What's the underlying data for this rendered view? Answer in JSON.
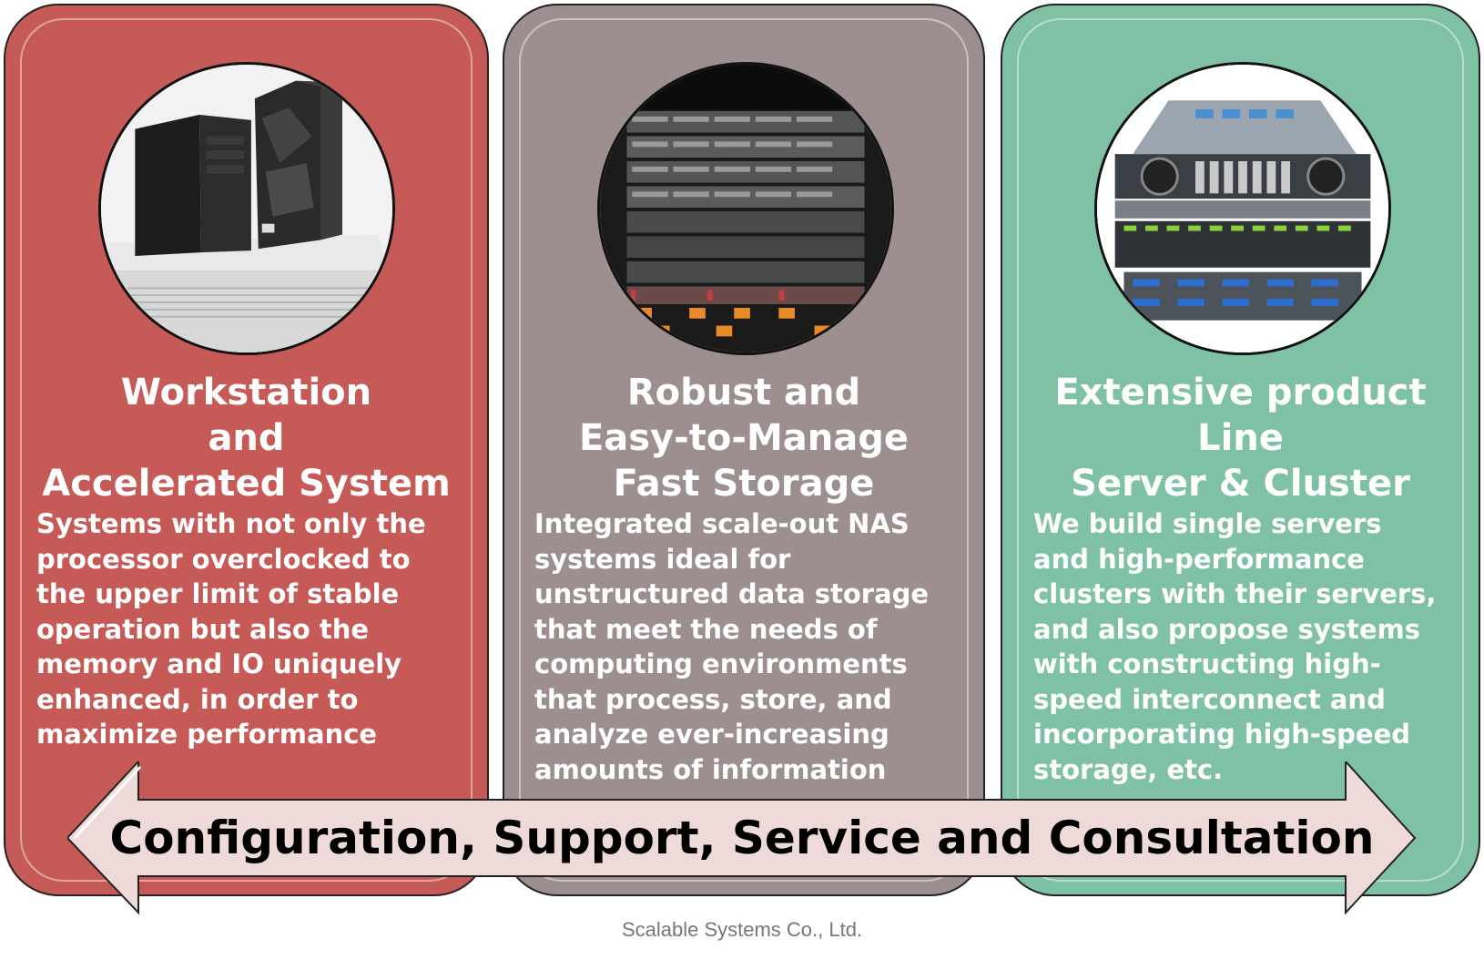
{
  "panels": [
    {
      "color": "#c55a57",
      "icon": "workstation-tower-image",
      "title_lines": [
        "Workstation",
        "and",
        "Accelerated System"
      ],
      "desc_lines": [
        "Systems with not only the",
        "processor overclocked to",
        "the upper limit of stable",
        "operation but  also the",
        "memory and IO uniquely",
        "enhanced, in order to",
        "maximize performance"
      ]
    },
    {
      "color": "#9d8f8f",
      "icon": "storage-rack-image",
      "title_lines": [
        "Robust and",
        "Easy-to-Manage",
        "Fast Storage"
      ],
      "desc_lines": [
        "Integrated scale-out NAS",
        "systems ideal for",
        "unstructured data storage",
        "that meet the needs of",
        "computing environments",
        "that process, store, and",
        "analyze ever-increasing",
        "amounts of information"
      ]
    },
    {
      "color": "#7fc1a5",
      "icon": "server-cluster-image",
      "title_lines": [
        "Extensive product",
        "Line",
        "Server & Cluster"
      ],
      "desc_lines": [
        "We build single servers",
        "and high-performance",
        "clusters with their servers,",
        "and also propose systems",
        "with constructing high-",
        "speed interconnect and",
        "incorporating high-speed",
        "storage, etc."
      ]
    }
  ],
  "banner": {
    "label": "Configuration, Support, Service and Consultation",
    "color": "#efdada"
  },
  "footer": "Scalable Systems Co., Ltd."
}
